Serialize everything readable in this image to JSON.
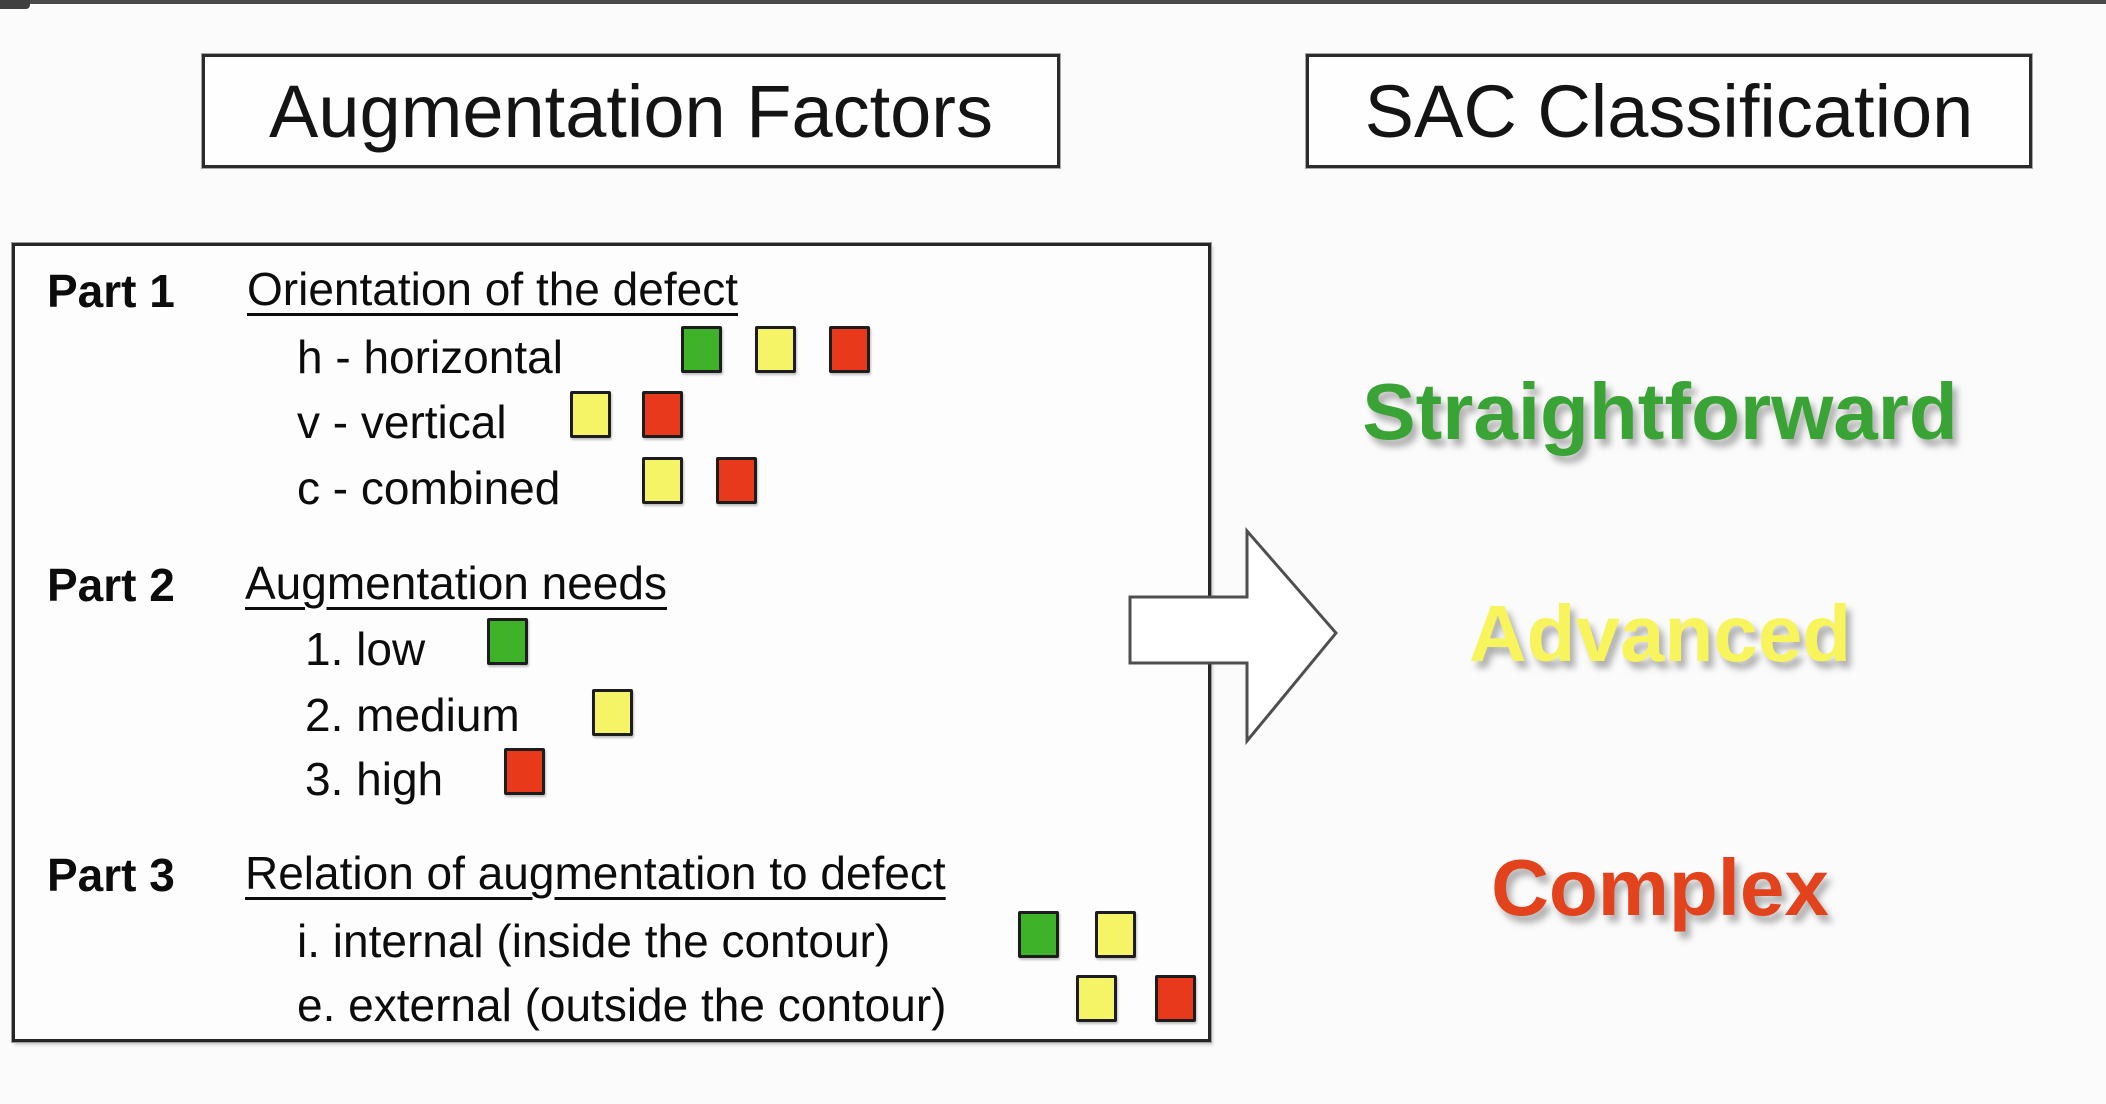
{
  "titles": {
    "left": "Augmentation Factors",
    "right": "SAC Classification"
  },
  "augmentation_factors": {
    "parts": [
      {
        "label": "Part 1",
        "heading": "Orientation of the defect",
        "rows": [
          {
            "text": "h - horizontal",
            "squares": [
              "green",
              "yellow",
              "red"
            ]
          },
          {
            "text": "v - vertical",
            "squares": [
              "yellow",
              "red"
            ]
          },
          {
            "text": "c - combined",
            "squares": [
              "yellow",
              "red"
            ]
          }
        ]
      },
      {
        "label": "Part 2",
        "heading": "Augmentation needs",
        "rows": [
          {
            "text": "1. low",
            "squares": [
              "green"
            ]
          },
          {
            "text": "2. medium",
            "squares": [
              "yellow"
            ]
          },
          {
            "text": "3. high",
            "squares": [
              "red"
            ]
          }
        ]
      },
      {
        "label": "Part 3",
        "heading": "Relation of augmentation to defect",
        "rows": [
          {
            "text": "i. internal (inside the contour)",
            "squares": [
              "green",
              "yellow"
            ]
          },
          {
            "text": "e. external (outside the contour)",
            "squares": [
              "yellow",
              "red"
            ]
          }
        ]
      }
    ]
  },
  "sac_classification": {
    "levels": [
      {
        "label": "Straightforward",
        "color": "#3aa336"
      },
      {
        "label": "Advanced",
        "color": "#f8f45c"
      },
      {
        "label": "Complex",
        "color": "#e2421c"
      }
    ]
  },
  "legend_colors": {
    "green": "#3eb32a",
    "yellow": "#f5f466",
    "red": "#e8391c"
  }
}
